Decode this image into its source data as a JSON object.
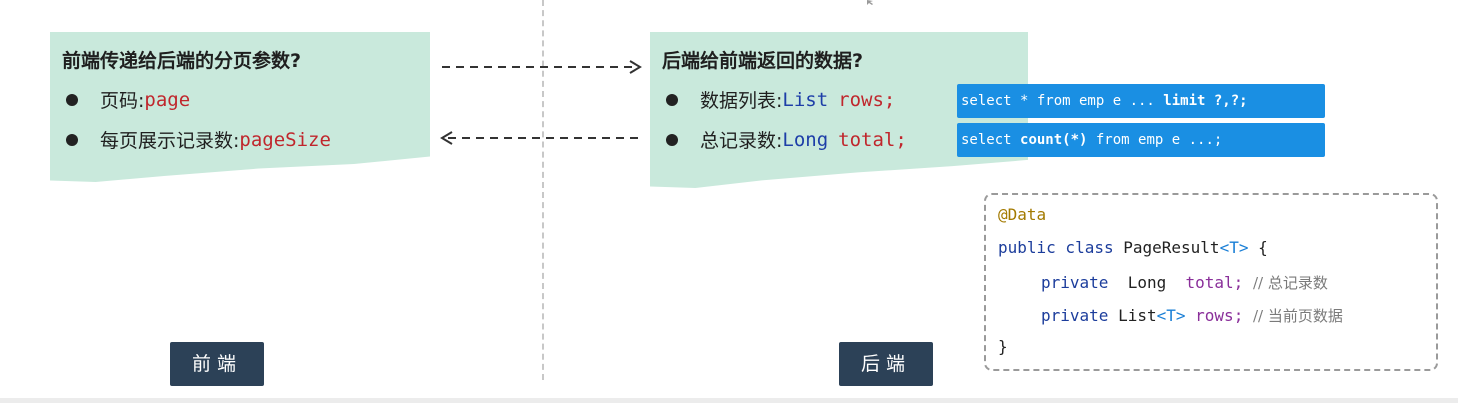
{
  "frontend_card": {
    "title": "前端传递给后端的分页参数?",
    "items": [
      {
        "label": "页码:",
        "code": "page"
      },
      {
        "label": "每页展示记录数:",
        "code": "pageSize"
      }
    ]
  },
  "backend_card": {
    "title": "后端给前端返回的数据?",
    "items": [
      {
        "label": "数据列表:",
        "code": "List rows;",
        "code_type": "List",
        "code_name": "rows;"
      },
      {
        "label": "总记录数:",
        "code": "Long total;",
        "code_type": "Long",
        "code_name": "total;"
      }
    ]
  },
  "sql": {
    "rows": {
      "pre": "select * from emp e ... ",
      "bold": "limit ?,?;",
      "post": ""
    },
    "total": {
      "pre": "select ",
      "bold": "count(*)",
      "post": " from emp e ...;"
    }
  },
  "labels": {
    "frontend": "前端",
    "backend": "后端"
  },
  "code": {
    "annotation": "@Data",
    "class_kw": "public class",
    "class_name": "PageResult",
    "generic": "<T>",
    "brace_open": "{",
    "line1": {
      "kw": "private",
      "type": "Long",
      "field": "total;",
      "comment": "// 总记录数"
    },
    "line2": {
      "kw": "private",
      "type": "List",
      "generic": "<T>",
      "field": "rows;",
      "comment": "// 当前页数据"
    },
    "brace_close": "}"
  },
  "colors": {
    "card": "#c9e9dc",
    "sql_bg": "#1a8fe3",
    "label_bg": "#2c4157",
    "accent_red": "#c0262c",
    "accent_blue": "#1d3ea8"
  }
}
